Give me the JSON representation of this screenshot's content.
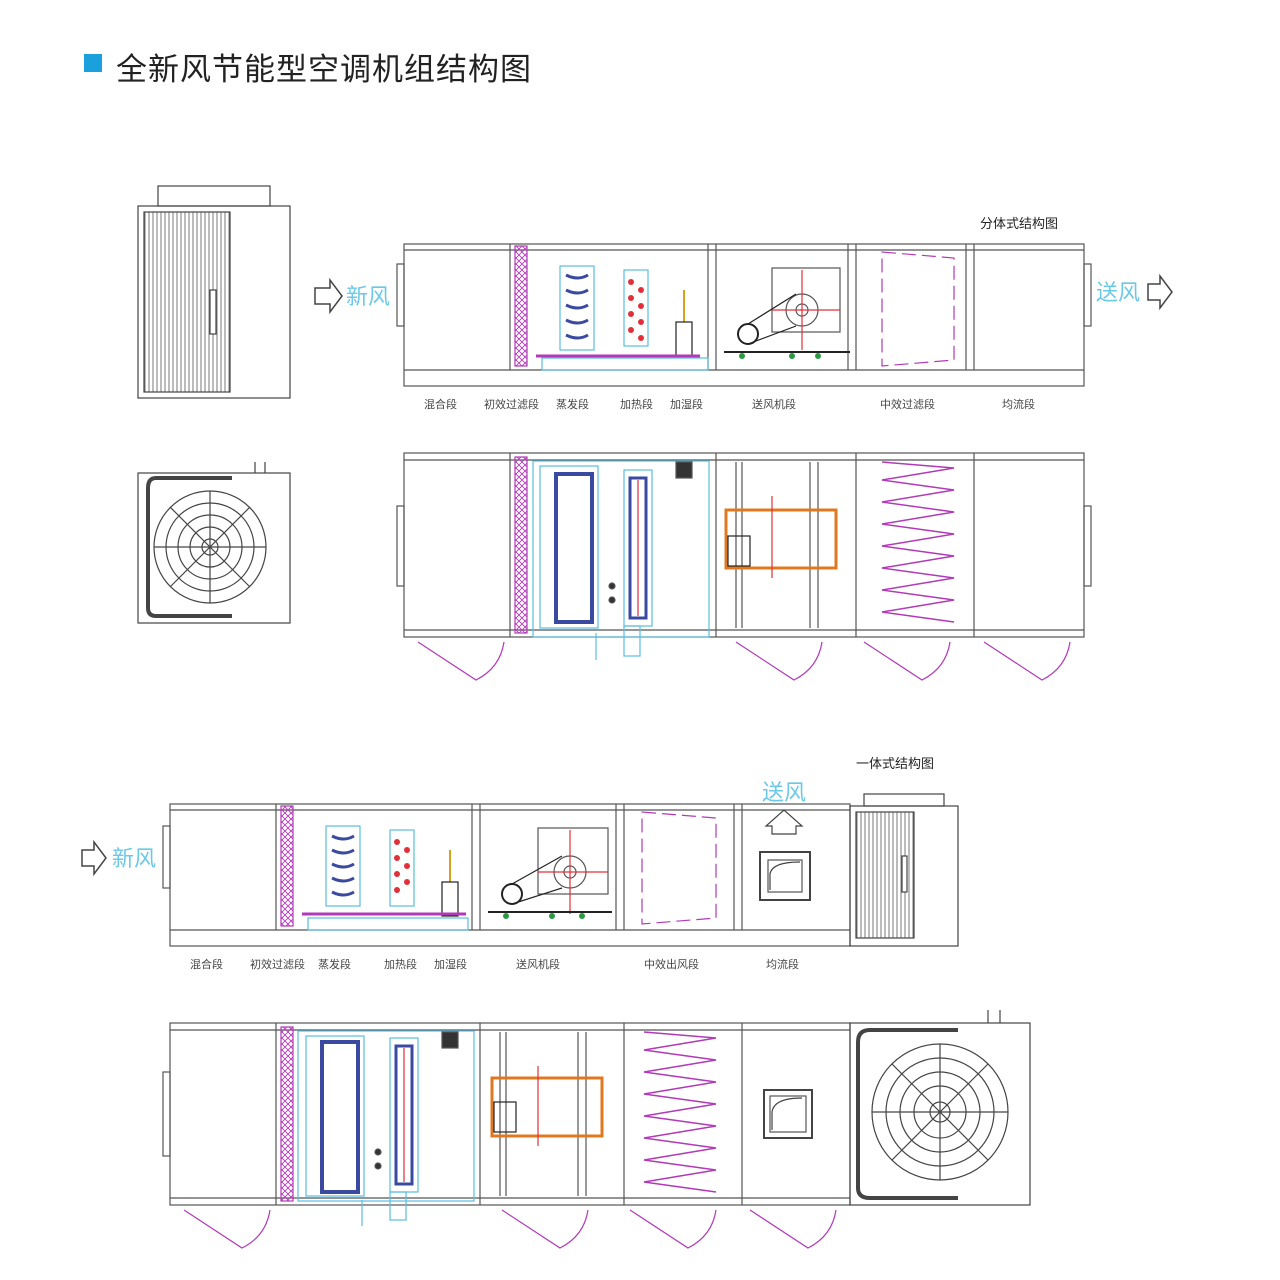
{
  "title": "全新风节能型空调机组结构图",
  "colors": {
    "accent": "#1aa0dc",
    "frame": "#555555",
    "filter": "#b23ab8",
    "duct": "#5bbde0",
    "heater": "#e0303a",
    "fanbox": "#e07820",
    "blade": "#3a4aa0"
  },
  "split": {
    "caption": "分体式结构图",
    "inlet_label": "新风",
    "outlet_label": "送风",
    "sections": [
      "混合段",
      "初效过滤段",
      "蒸发段",
      "加热段",
      "加湿段",
      "送风机段",
      "中效过滤段",
      "均流段"
    ]
  },
  "integral": {
    "caption": "一体式结构图",
    "inlet_label": "新风",
    "supply_label": "送风",
    "sections": [
      "混合段",
      "初效过滤段",
      "蒸发段",
      "加热段",
      "加湿段",
      "送风机段",
      "中效出风段",
      "均流段"
    ]
  }
}
